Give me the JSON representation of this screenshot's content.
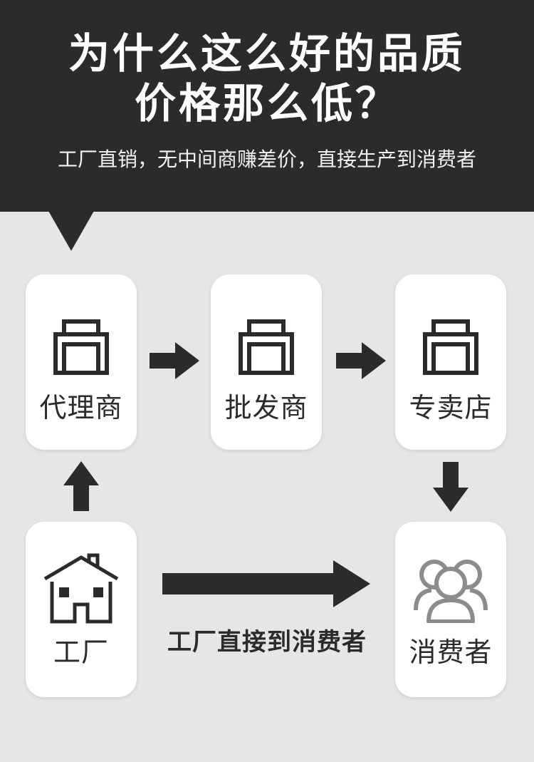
{
  "header": {
    "title_line1": "为什么这么好的品质",
    "title_line2": "价格那么低？",
    "subtitle": "工厂直销，无中间商赚差价，直接生产到消费者"
  },
  "flow": {
    "agent_label": "代理商",
    "wholesaler_label": "批发商",
    "store_label": "专卖店",
    "factory_label": "工厂",
    "consumer_label": "消费者",
    "direct_label": "工厂直接到消费者"
  },
  "icons": {
    "shop": "shop-icon",
    "house": "house-icon",
    "people": "people-icon",
    "arrow": "arrow-icon"
  },
  "colors": {
    "header_bg": "#2b2b2b",
    "page_bg": "#e6e6e6",
    "card_bg": "#ffffff",
    "ink": "#2b2b2b",
    "people_icon": "#8c8c8c"
  }
}
